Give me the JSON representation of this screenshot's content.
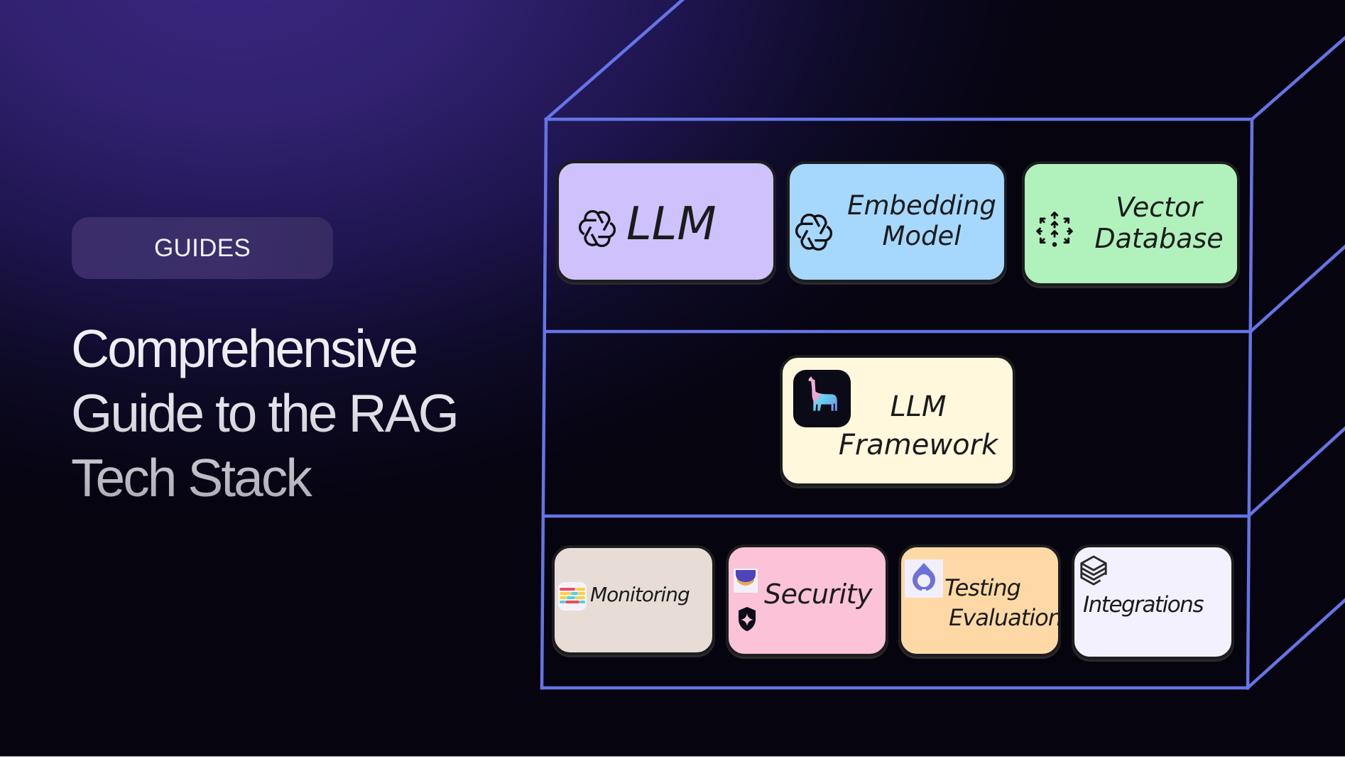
{
  "badge": {
    "label": "GUIDES"
  },
  "title": {
    "lines": [
      "Comprehensive",
      "Guide to the RAG",
      "Tech Stack"
    ]
  },
  "colors": {
    "frame_line": "#6574e6",
    "background_top": "#3a2680",
    "background_bottom": "#06040f",
    "badge_bg": "#3a2d6a"
  },
  "stack": {
    "layers": [
      {
        "name": "top",
        "cards": [
          {
            "label_lines": [
              "LLM"
            ],
            "icon": "openai-icon",
            "color": "#cfc1fb"
          },
          {
            "label_lines": [
              "Embedding",
              "Model"
            ],
            "icon": "openai-icon",
            "color": "#a6d8fd"
          },
          {
            "label_lines": [
              "Vector",
              "Database"
            ],
            "icon": "vector-arrows-icon",
            "color": "#b1f2bc"
          }
        ]
      },
      {
        "name": "middle",
        "cards": [
          {
            "label_lines": [
              "LLM",
              "Framework"
            ],
            "icon": "llama-icon",
            "color": "#fff8dd"
          }
        ]
      },
      {
        "name": "bottom",
        "cards": [
          {
            "label_lines": [
              "Monitoring"
            ],
            "icon": "monitoring-bars-icon",
            "color": "#e8ddd6"
          },
          {
            "label_lines": [
              "Security"
            ],
            "icon": "shield-icon",
            "color": "#fbc2d8"
          },
          {
            "label_lines": [
              "Testing",
              "Evaluation"
            ],
            "icon": "ring-drop-icon",
            "color": "#fed9a6"
          },
          {
            "label_lines": [
              "Integrations"
            ],
            "icon": "layers-icon",
            "color": "#f3f1fd"
          }
        ]
      }
    ]
  }
}
